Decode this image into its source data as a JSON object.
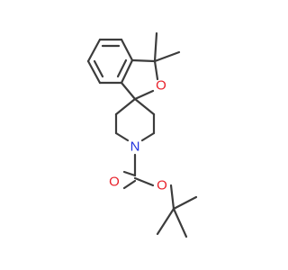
{
  "molecule": {
    "atoms": {
      "ring_oxygen": "O",
      "carbonyl_oxygen": "O",
      "ester_oxygen": "O",
      "piperidine_nitrogen": "N"
    },
    "colors": {
      "bond": "#3c3c3c",
      "oxygen": "#e8202a",
      "nitrogen": "#2233dd",
      "background": "#ffffff"
    }
  }
}
